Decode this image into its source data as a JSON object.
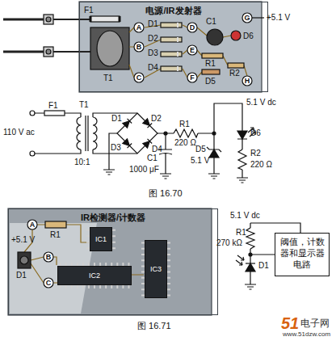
{
  "diagram": {
    "nodes": [
      {
        "text": [
          "电源/IR发射器"
        ]
      },
      {
        "text": [
          "IR检测器/计数器"
        ]
      },
      {
        "text": [
          "IC1"
        ],
        "in": 1
      },
      {
        "text": [
          "IC2"
        ],
        "in": 1
      },
      {
        "text": [
          "IC3"
        ],
        "in": 1
      },
      {
        "text": [
          "阈值，计数器和显示器电路"
        ]
      }
    ],
    "labels": [
      "F1",
      "T1",
      "A",
      "B",
      "C",
      "D1",
      "D2",
      "D3",
      "D4",
      "D",
      "E",
      "F",
      "C1",
      "R1",
      "R2",
      "D5",
      "D6",
      "G",
      "H",
      "+5.1 V",
      "F1",
      "110 V ac",
      "T1",
      "10:1",
      "D1",
      "D2",
      "D3",
      "D4",
      "R1",
      "220 Ω",
      "5.1 V dc",
      "C1",
      "1000 μF",
      "D5",
      "5.1 V",
      "D6",
      "R2",
      "220 Ω",
      "图 16.70",
      "+5.1 V",
      "A",
      "R1",
      "B",
      "D1",
      "C",
      "5.1 V dc",
      "R1",
      "270 kΩ",
      "D1",
      "图 16.71",
      "51",
      "电子网",
      "www.51dzw.com"
    ]
  }
}
